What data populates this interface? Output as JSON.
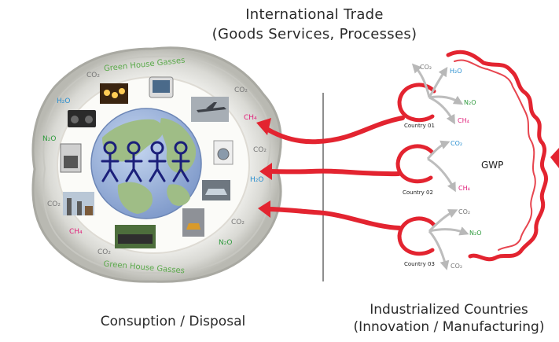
{
  "header": {
    "title_line1": "International Trade",
    "title_line2": "(Goods Services, Processes)"
  },
  "left": {
    "caption": "Consuption / Disposal",
    "ghg_label": "Green House Gasses",
    "gases": [
      {
        "text": "CO₂",
        "color": "#777777"
      },
      {
        "text": "CO₂",
        "color": "#777777"
      },
      {
        "text": "H₂O",
        "color": "#2a8fd0"
      },
      {
        "text": "CH₄",
        "color": "#e0207a"
      },
      {
        "text": "N₂O",
        "color": "#2e9a3c"
      },
      {
        "text": "CO₂",
        "color": "#777777"
      },
      {
        "text": "H₂O",
        "color": "#2a8fd0"
      },
      {
        "text": "CO₂",
        "color": "#777777"
      },
      {
        "text": "CO₂",
        "color": "#777777"
      },
      {
        "text": "CH₄",
        "color": "#e0207a"
      },
      {
        "text": "N₂O",
        "color": "#2e9a3c"
      },
      {
        "text": "CO₂",
        "color": "#777777"
      }
    ]
  },
  "right": {
    "caption_line1": "Industrialized Countries",
    "caption_line2": "(Innovation / Manufacturing)",
    "gwp_label": "GWP",
    "countries": [
      {
        "name": "Country 01",
        "gases": [
          {
            "text": "CO₂",
            "color": "#777777"
          },
          {
            "text": "H₂O",
            "color": "#2a8fd0"
          },
          {
            "text": "N₂O",
            "color": "#2e9a3c"
          },
          {
            "text": "CH₄",
            "color": "#e0207a"
          }
        ]
      },
      {
        "name": "Country 02",
        "gases": [
          {
            "text": "CO₂",
            "color": "#2a8fd0"
          },
          {
            "text": "CH₄",
            "color": "#e0207a"
          }
        ]
      },
      {
        "name": "Country 03",
        "gases": [
          {
            "text": "CO₂",
            "color": "#777777"
          },
          {
            "text": "N₂O",
            "color": "#2e9a3c"
          },
          {
            "text": "CO₂",
            "color": "#777777"
          }
        ]
      }
    ]
  },
  "colors": {
    "arrow": "#e32430",
    "globe_ocean": "#8aa8d8",
    "globe_land": "#8fb07a",
    "ring": "#d8d8d4",
    "people": "#1b1f7a"
  },
  "icons": [
    "light-bulbs-icon",
    "television-icon",
    "airplane-icon",
    "radio-icon",
    "washing-machine-icon",
    "stove-icon",
    "car-icon",
    "factory-icon",
    "excavator-icon",
    "train-icon"
  ]
}
